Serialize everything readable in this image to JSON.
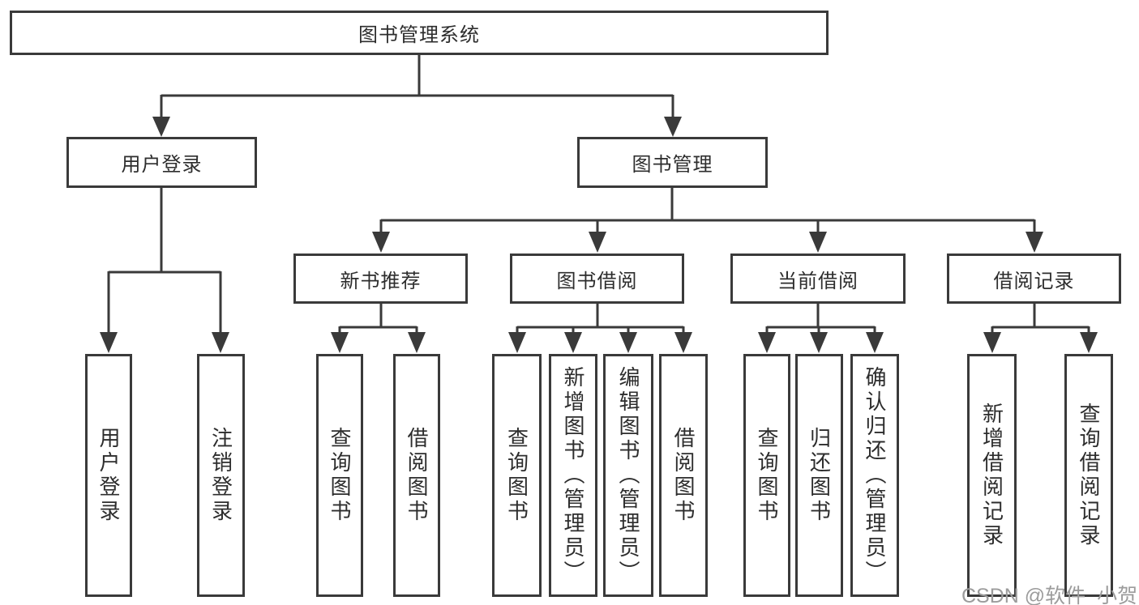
{
  "diagram": {
    "root": {
      "label": "图书管理系统"
    },
    "branches": [
      {
        "label": "用户登录",
        "children": [
          {
            "label": "用户登录"
          },
          {
            "label": "注销登录"
          }
        ]
      },
      {
        "label": "图书管理",
        "groups": [
          {
            "label": "新书推荐",
            "children": [
              {
                "label": "查询图书"
              },
              {
                "label": "借阅图书"
              }
            ]
          },
          {
            "label": "图书借阅",
            "children": [
              {
                "label": "查询图书"
              },
              {
                "label": "新增图书（管理员）"
              },
              {
                "label": "编辑图书（管理员）"
              },
              {
                "label": "借阅图书"
              }
            ]
          },
          {
            "label": "当前借阅",
            "children": [
              {
                "label": "查询图书"
              },
              {
                "label": "归还图书"
              },
              {
                "label": "确认归还（管理员）"
              }
            ]
          },
          {
            "label": "借阅记录",
            "children": [
              {
                "label": "新增借阅记录"
              },
              {
                "label": "查询借阅记录"
              }
            ]
          }
        ]
      }
    ],
    "watermark": "CSDN @软件_小贺同学",
    "colors": {
      "line": "#3a3a3a",
      "text": "#2d2d2d",
      "watermark": "#9c9c9c",
      "background": "#ffffff"
    }
  }
}
